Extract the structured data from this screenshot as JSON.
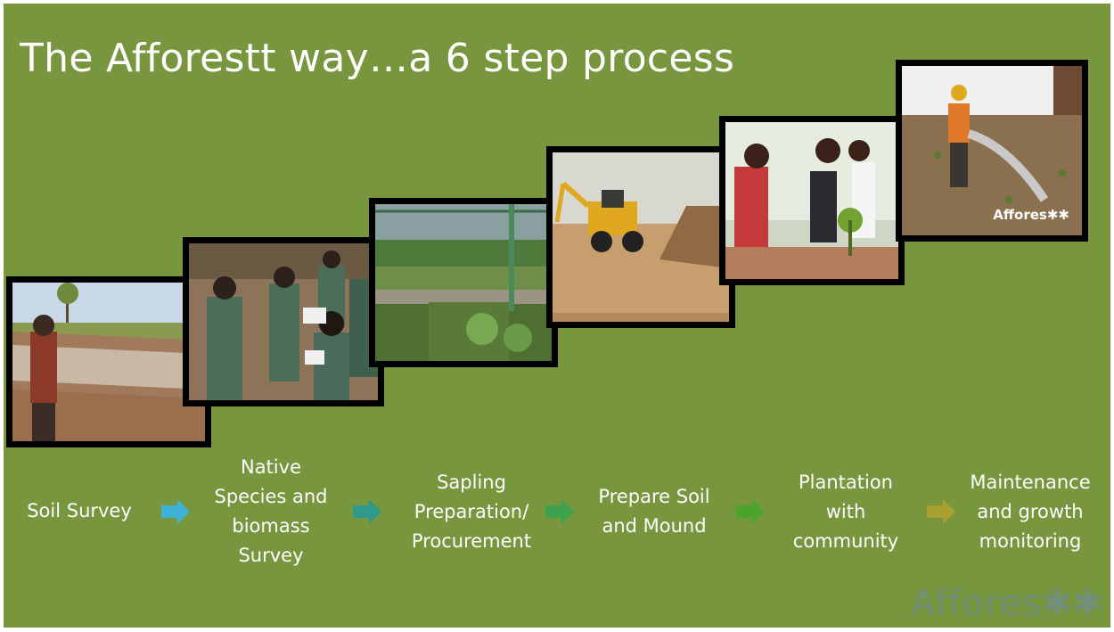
{
  "title": "The Afforestt way…a 6 step process",
  "photos": [
    {
      "caption": ""
    },
    {
      "caption": ""
    },
    {
      "caption": ""
    },
    {
      "caption": ""
    },
    {
      "caption": ""
    },
    {
      "caption": "Affores✱✱"
    }
  ],
  "steps": [
    {
      "label": "Soil Survey"
    },
    {
      "label": "Native\nSpecies and\nbiomass\nSurvey"
    },
    {
      "label": "Sapling\nPreparation/\nProcurement"
    },
    {
      "label": "Prepare Soil\nand Mound"
    },
    {
      "label": "Plantation\nwith\ncommunity"
    },
    {
      "label": "Maintenance\nand growth\nmonitoring"
    }
  ],
  "arrow_colors": [
    "#3fb0d6",
    "#2f9a8a",
    "#3da24c",
    "#4ca42f",
    "#3b9e3a",
    "#a8a030"
  ],
  "background_color": "#78963e",
  "watermark": "Affores✱✱"
}
